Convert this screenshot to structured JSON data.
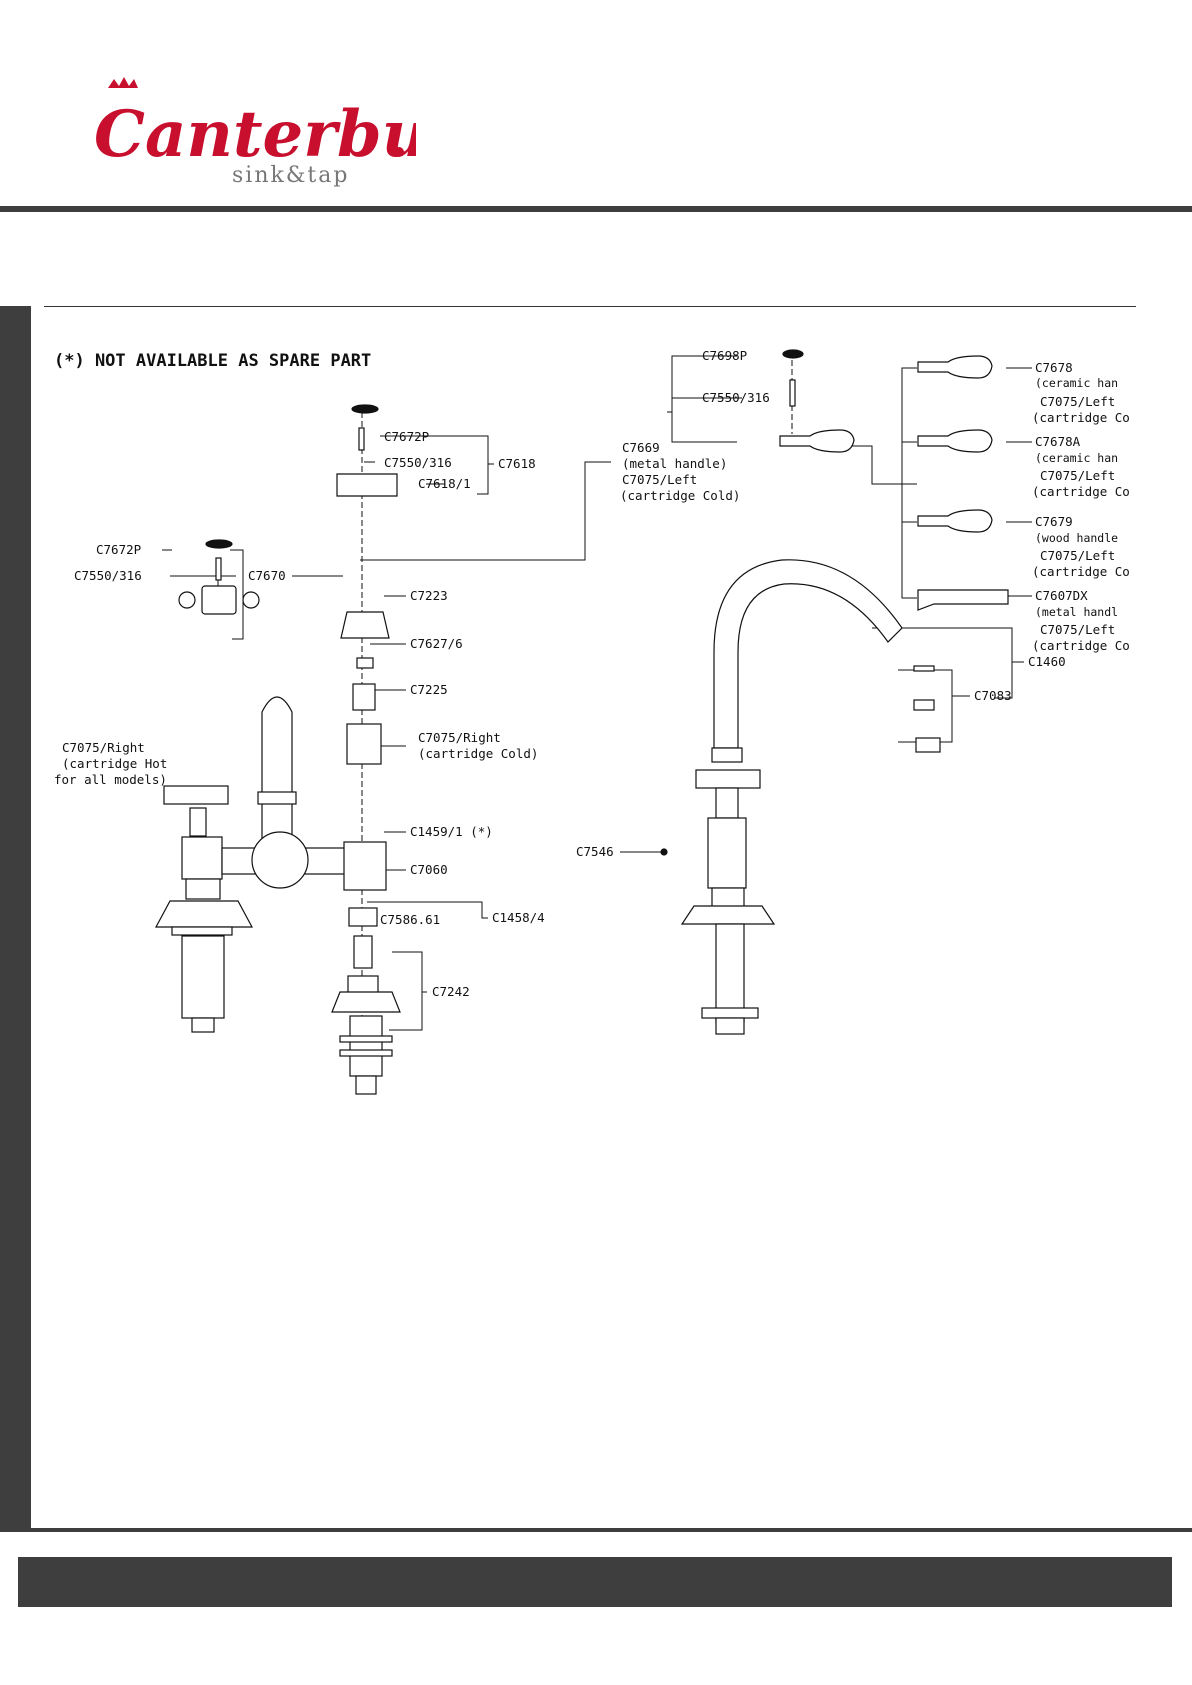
{
  "brand": {
    "script": "Canterbury",
    "sub": "sink&tap"
  },
  "note": "(*) NOT AVAILABLE AS SPARE PART",
  "labels": {
    "c7672p_a": "C7672P",
    "c7550_a": "C7550/316",
    "c7618": "C7618",
    "c7618_1": "C7618/1",
    "c7672p_b": "C7672P",
    "c7550_b": "C7550/316",
    "c7670": "C7670",
    "c7223": "C7223",
    "c7627_6": "C7627/6",
    "c7225": "C7225",
    "c7075_right_a": "C7075/Right",
    "c7075_right_a_sub": "(cartridge Cold)",
    "c7075_right_b": "C7075/Right",
    "c7075_right_b_sub1": "(cartridge Hot",
    "c7075_right_b_sub2": "for all models)",
    "c1459_1": "C1459/1 (*)",
    "c7060": "C7060",
    "c7586": "C7586.61",
    "c1458_4": "C1458/4",
    "c7242": "C7242",
    "c7698p": "C7698P",
    "c7550_c": "C7550/316",
    "c7669": "C7669",
    "c7669_sub": "(metal handle)",
    "c7075_left_a": "C7075/Left",
    "c7075_left_a_sub": "(cartridge Cold)",
    "c7678": "C7678",
    "c7678_sub": "(ceramic han",
    "c7678_l": "C7075/Left",
    "c7678_c": "(cartridge Co",
    "c7678a": "C7678A",
    "c7678a_sub": "(ceramic han",
    "c7678a_l": "C7075/Left",
    "c7678a_c": "(cartridge Co",
    "c7679": "C7679",
    "c7679_sub": "(wood handle",
    "c7679_l": "C7075/Left",
    "c7679_c": "(cartridge Co",
    "c7607dx": "C7607DX",
    "c7607dx_sub": "(metal handl",
    "c7607dx_l": "C7075/Left",
    "c7607dx_c": "(cartridge Co",
    "c1460": "C1460",
    "c7083": "C7083",
    "c7546": "C7546"
  },
  "colors": {
    "brand_red": "#c8102e",
    "bar": "#3e3e3e",
    "line": "#111111"
  }
}
